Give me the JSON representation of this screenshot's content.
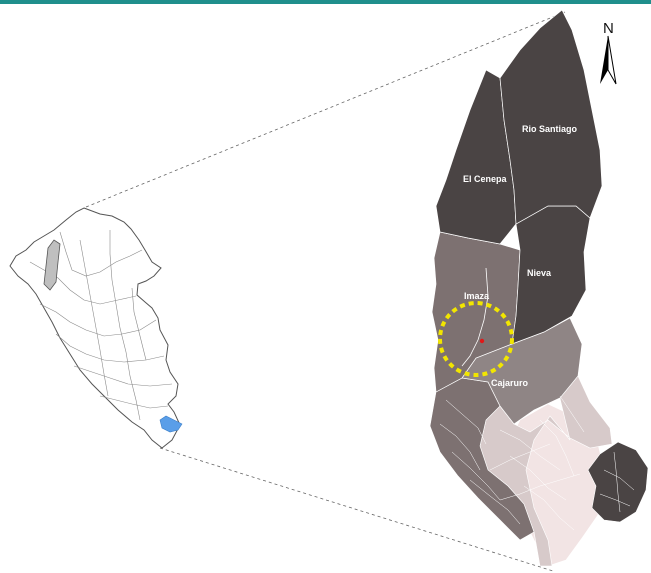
{
  "map": {
    "districts": [
      {
        "id": "rio-santiago",
        "label": "Rio Santiago",
        "fill": "#4a4444"
      },
      {
        "id": "el-cenepa",
        "label": "El Cenepa",
        "fill": "#4a4444"
      },
      {
        "id": "nieva",
        "label": "Nieva",
        "fill": "#4a4444"
      },
      {
        "id": "imaza",
        "label": "Imaza",
        "fill": "#7d7171"
      },
      {
        "id": "cajaruro",
        "label": "Cajaruro",
        "fill": "#8f8585"
      }
    ],
    "north_arrow": {
      "label": "N"
    },
    "highlight": {
      "color": "#f2e600",
      "point_color": "#e01818"
    },
    "colors": {
      "top_rule": "#1f8f8c",
      "inset_highlight": "#bfbfbf",
      "inset_marker": "#5a9ee8",
      "light_region": "#d7caca",
      "lightest_region": "#f2e4e4"
    }
  }
}
